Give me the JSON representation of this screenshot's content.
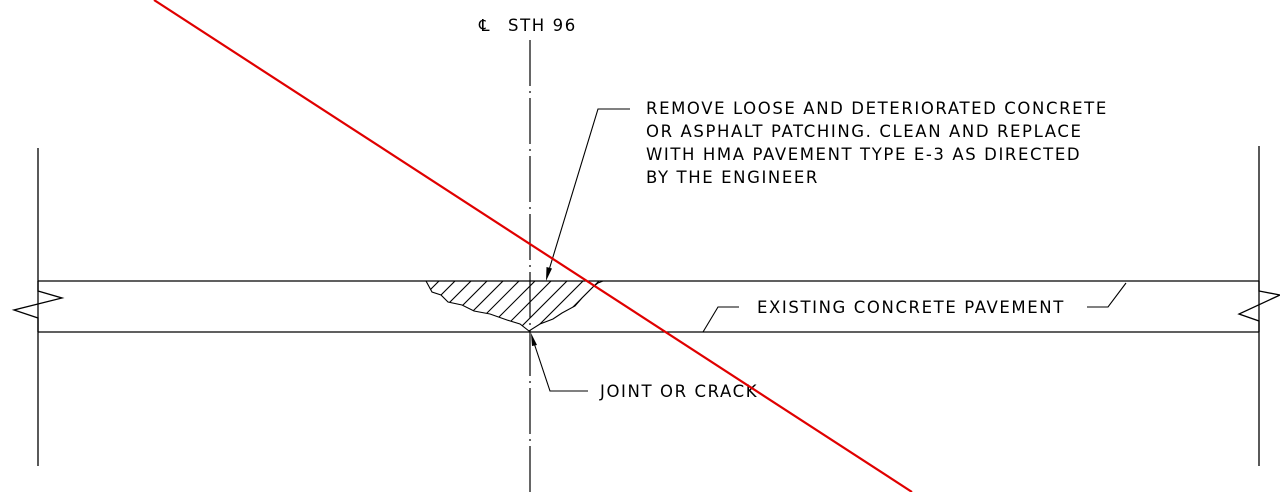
{
  "centerline": {
    "symbol": "℄",
    "label": "STH 96"
  },
  "notes": {
    "patch_note_lines": [
      "REMOVE LOOSE AND DETERIORATED CONCRETE",
      "OR ASPHALT PATCHING. CLEAN AND REPLACE",
      "WITH HMA PAVEMENT TYPE E-3 AS DIRECTED",
      "BY THE ENGINEER"
    ],
    "pavement_label": "EXISTING CONCRETE PAVEMENT",
    "joint_label": "JOINT OR CRACK"
  },
  "colors": {
    "linework": "#000000",
    "strike_line": "#e00000",
    "background": "#ffffff"
  }
}
